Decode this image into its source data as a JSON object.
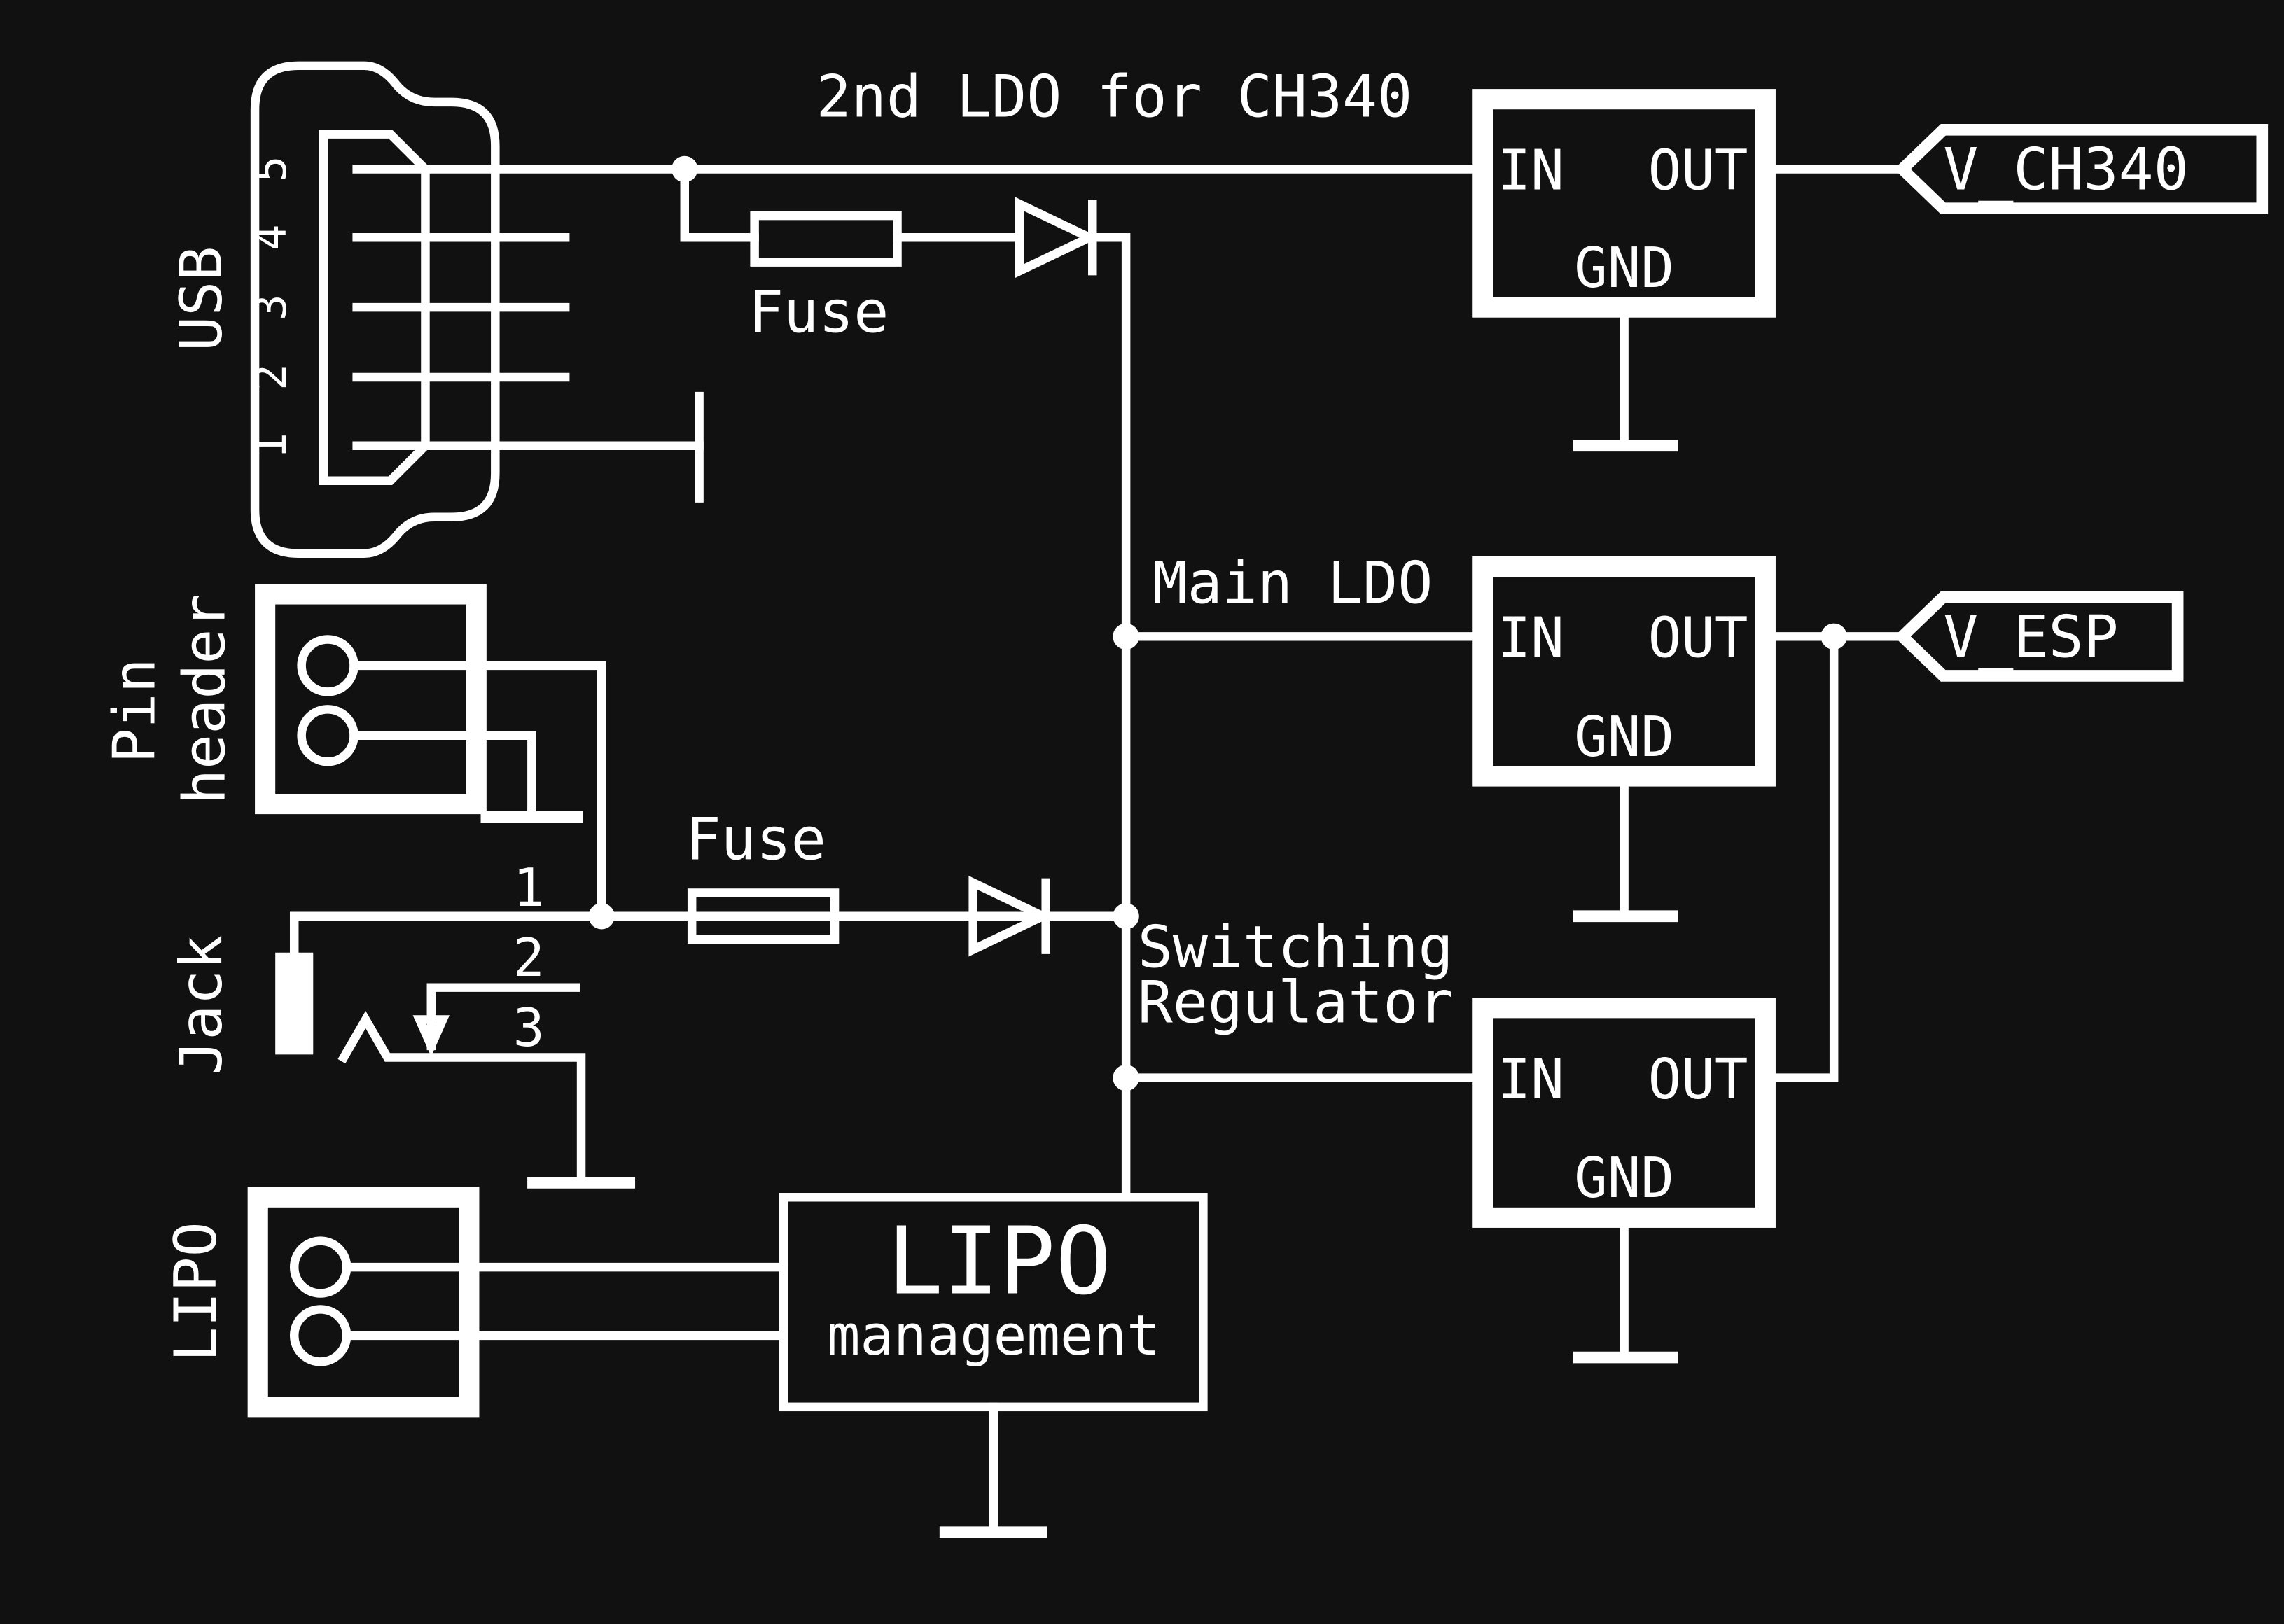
{
  "title_ldo_ch340": "2nd LDO for CH340",
  "fuse_label": "Fuse",
  "regulators": {
    "ch340": {
      "name": "",
      "in": "IN",
      "out": "OUT",
      "gnd": "GND"
    },
    "main": {
      "name": "Main LDO",
      "in": "IN",
      "out": "OUT",
      "gnd": "GND"
    },
    "switching": {
      "name_line1": "Switching",
      "name_line2": "Regulator",
      "in": "IN",
      "out": "OUT",
      "gnd": "GND"
    }
  },
  "nets": {
    "v_ch340": "V_CH340",
    "v_esp": "V_ESP"
  },
  "connectors": {
    "usb": {
      "label": "USB",
      "pins": [
        "5",
        "4",
        "3",
        "2",
        "1"
      ]
    },
    "pin_header": {
      "label_line1": "Pin",
      "label_line2": "header"
    },
    "jack": {
      "label": "Jack",
      "pins": [
        "1",
        "2",
        "3"
      ]
    },
    "lipo": {
      "label": "LIPO"
    }
  },
  "lipo_management": {
    "title": "LIPO",
    "subtitle": "management"
  },
  "colors": {
    "background": "#111111",
    "stroke": "#ffffff"
  }
}
